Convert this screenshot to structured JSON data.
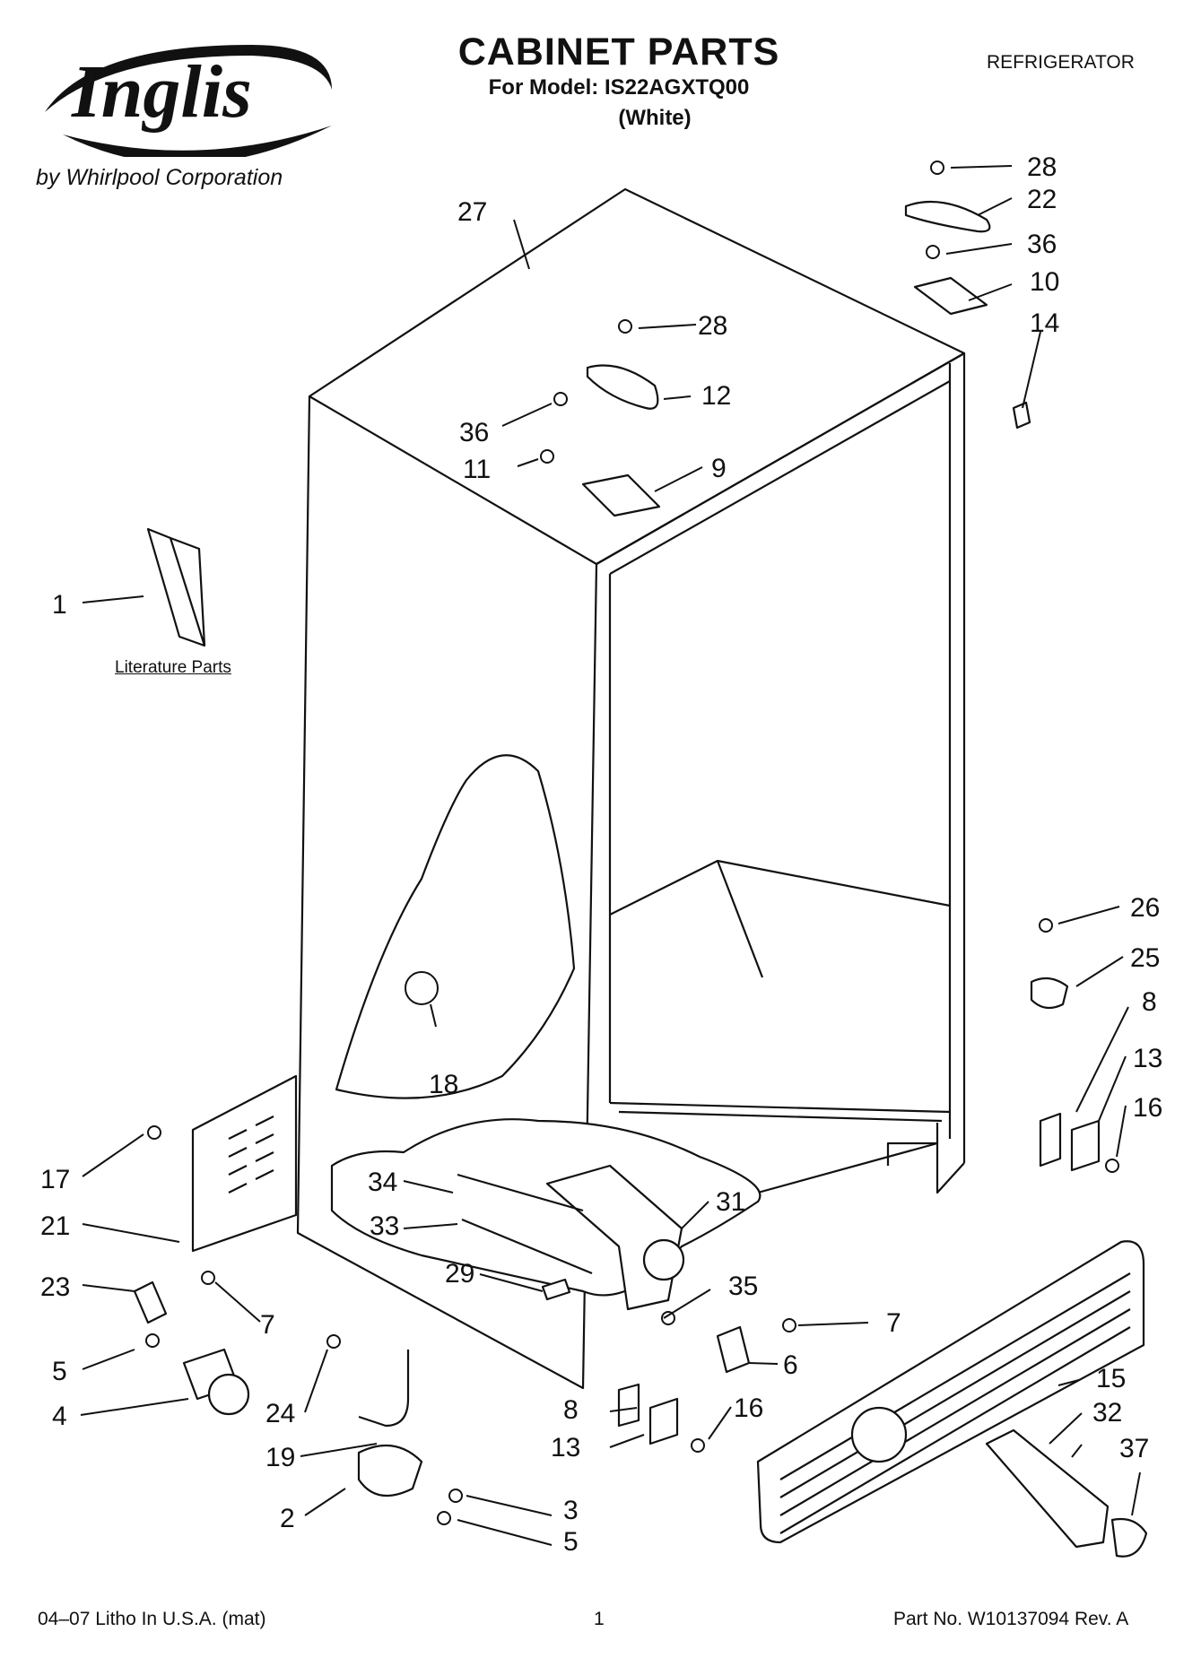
{
  "header": {
    "brand": "Inglis",
    "byline": "by Whirlpool Corporation",
    "title": "CABINET PARTS",
    "model_line": "For Model: IS22AGXTQ00",
    "color_line": "(White)",
    "category": "REFRIGERATOR"
  },
  "literature_label": "Literature Parts",
  "callouts": [
    "1",
    "2",
    "3",
    "4",
    "5",
    "5",
    "6",
    "7",
    "7",
    "8",
    "8",
    "9",
    "10",
    "11",
    "12",
    "13",
    "13",
    "14",
    "15",
    "16",
    "16",
    "17",
    "18",
    "19",
    "21",
    "22",
    "23",
    "24",
    "25",
    "26",
    "27",
    "28",
    "28",
    "29",
    "31",
    "32",
    "33",
    "34",
    "35",
    "36",
    "36",
    "37"
  ],
  "footer": {
    "left": "04–07 Litho In U.S.A. (mat)",
    "page": "1",
    "part_no": "Part No. W10137094 Rev. A"
  }
}
